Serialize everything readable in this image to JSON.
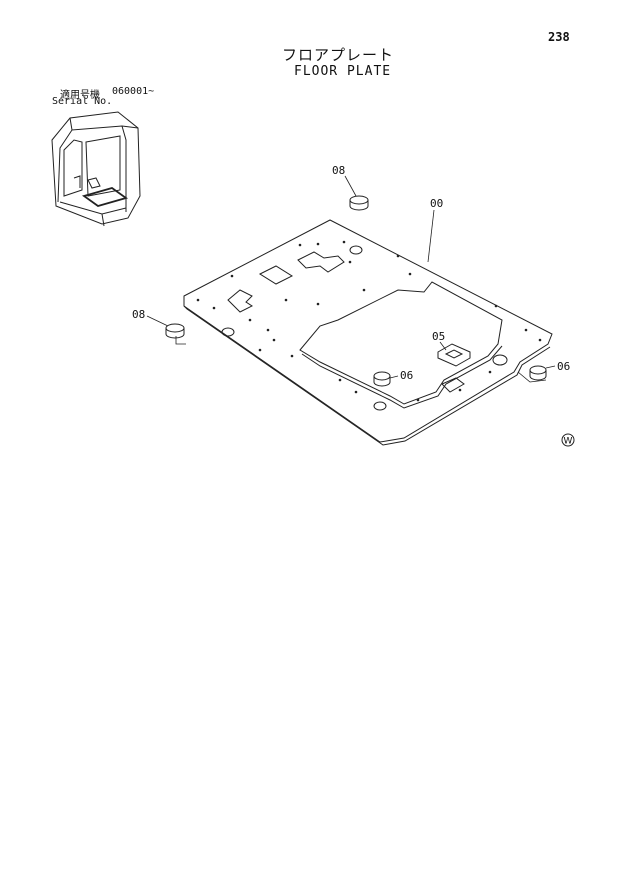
{
  "header": {
    "page_number": "238",
    "title_jp": "フロアプレート",
    "title_en": "FLOOR PLATE"
  },
  "applicability": {
    "label_jp": "適用号機",
    "serial_range": "060001~",
    "label_en": "Serial No."
  },
  "callouts": [
    {
      "id": "08-top",
      "text": "08"
    },
    {
      "id": "00",
      "text": "00"
    },
    {
      "id": "08-left",
      "text": "08"
    },
    {
      "id": "05",
      "text": "05"
    },
    {
      "id": "06-center",
      "text": "06"
    },
    {
      "id": "06-right",
      "text": "06"
    }
  ],
  "mark": "W"
}
